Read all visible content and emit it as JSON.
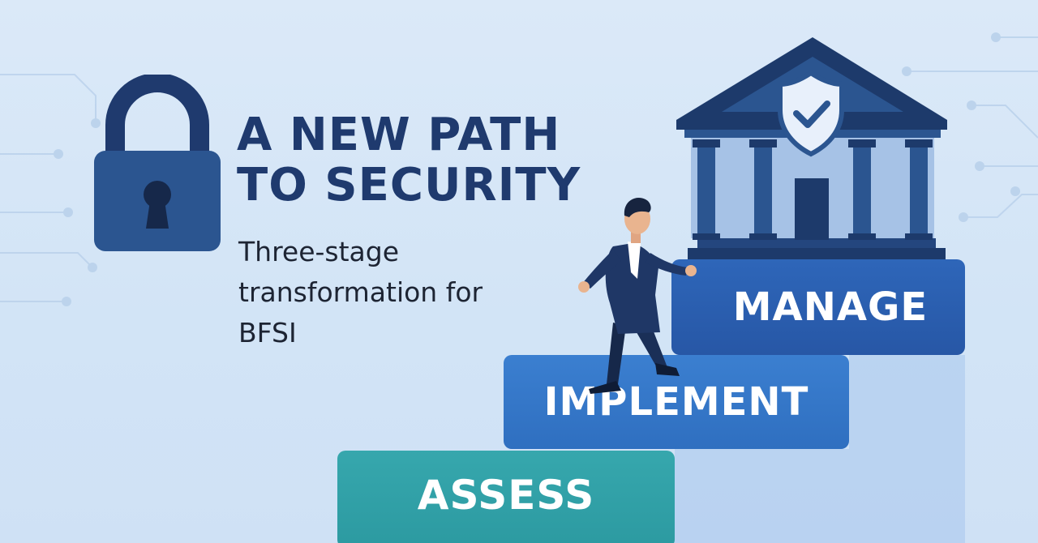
{
  "headline": {
    "line1": "A NEW PATH",
    "line2": "TO SECURITY"
  },
  "subtitle": {
    "line1": "Three-stage",
    "line2": "transformation for",
    "line3": "BFSI"
  },
  "steps": {
    "assess": "ASSESS",
    "implement": "IMPLEMENT",
    "manage": "MANAGE"
  },
  "icons": [
    "padlock-icon",
    "bank-icon",
    "shield-check-icon",
    "businessman-illustration"
  ],
  "colors": {
    "headline": "#1f3a6e",
    "assess": "#2e9ea5",
    "implement": "#3478c9",
    "manage": "#2a5fb0",
    "navy": "#1d3a6b"
  }
}
